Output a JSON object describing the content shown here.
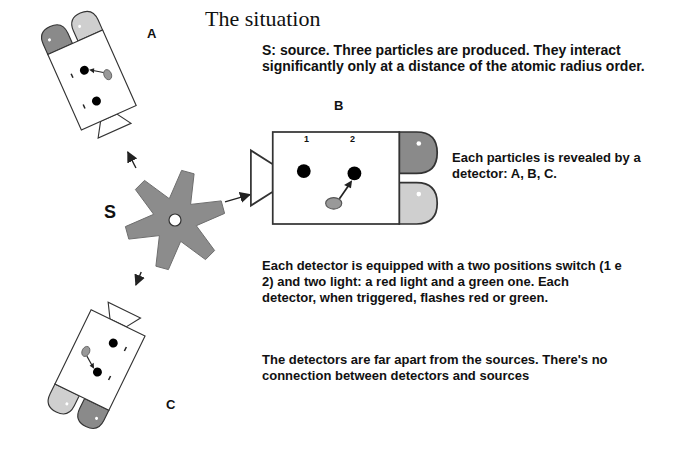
{
  "diagram": {
    "title": "The situation",
    "nodes": [
      {
        "text": [
          "S"
        ]
      },
      {
        "text": [
          "A"
        ]
      },
      {
        "text": [
          "B",
          "1",
          "2"
        ]
      },
      {
        "text": [
          "C"
        ]
      }
    ],
    "edges": [
      {
        "from": 0,
        "to": 1,
        "arrow": "to"
      },
      {
        "from": 0,
        "to": 2,
        "arrow": "to"
      },
      {
        "from": 0,
        "to": 3,
        "arrow": "to"
      }
    ],
    "labels": [
      "S: source. Three particles are produced. They interact significantly only at a distance of the atomic radius order.",
      "Each particles is revealed by a detector: A, B, C.",
      "Each detector is equipped with a two positions switch (1 e 2) and two light: a red light and a green one. Each detector, when triggered, flashes red or green.",
      "The detectors are far apart from the sources. There's no connection between detectors and sources"
    ]
  }
}
